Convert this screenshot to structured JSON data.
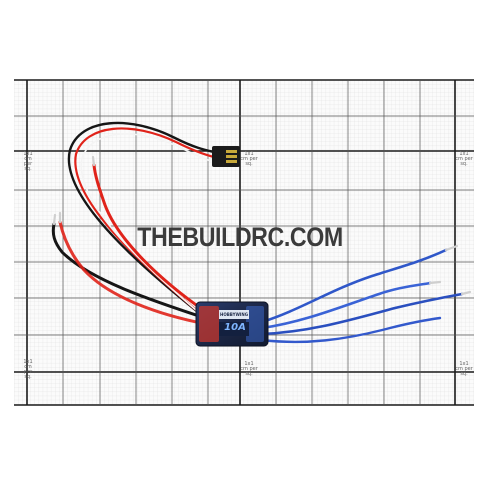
{
  "photo": {
    "watermark": "THEBUILDRC.COM",
    "esc_label": {
      "model": "10A",
      "brand": "HOBBYWING"
    },
    "grid_labels": [
      "1x1 cm per sq.",
      "1x1 cm per sq.",
      "1x1 cm per sq.",
      "1x1 cm per sq.",
      "1x1 cm per sq.",
      "1x1 cm per sq."
    ],
    "colors": {
      "grid_major": "#1a1a1a",
      "grid_minor": "#d9d9d9",
      "wire_red": "#e0231a",
      "wire_black": "#161616",
      "wire_blue": "#2f57c9",
      "esc_body": "#1f2a4a"
    }
  }
}
